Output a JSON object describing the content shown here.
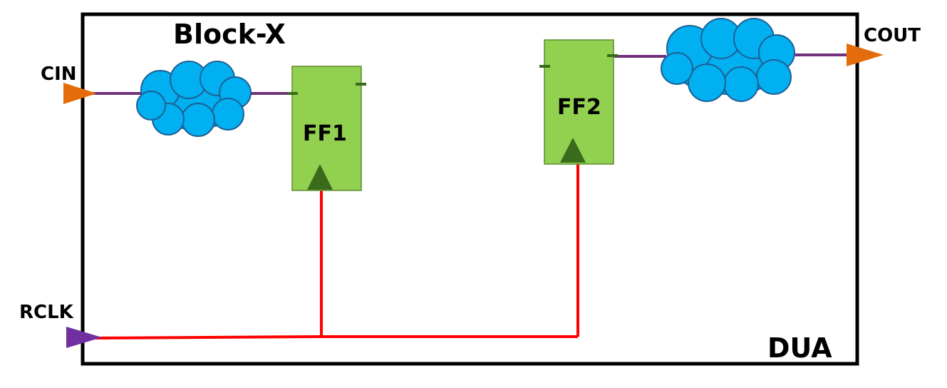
{
  "diagram": {
    "block_title": "Block-X",
    "block_name": "DUA",
    "ports": {
      "cin": "CIN",
      "cout": "COUT",
      "rclk": "RCLK"
    },
    "flip_flops": {
      "ff1": "FF1",
      "ff2": "FF2"
    }
  },
  "colors": {
    "border": "#000000",
    "flip_flop_fill": "#92d050",
    "flip_flop_edge": "#5c8a2e",
    "clock_triangle": "#3a6b1d",
    "cloud_fill": "#00b0f0",
    "cloud_stroke": "#1f5f96",
    "data_wire": "#70307a",
    "clock_wire": "#ff0000",
    "input_arrow": "#e46c0a",
    "clock_arrow": "#7030a0"
  }
}
